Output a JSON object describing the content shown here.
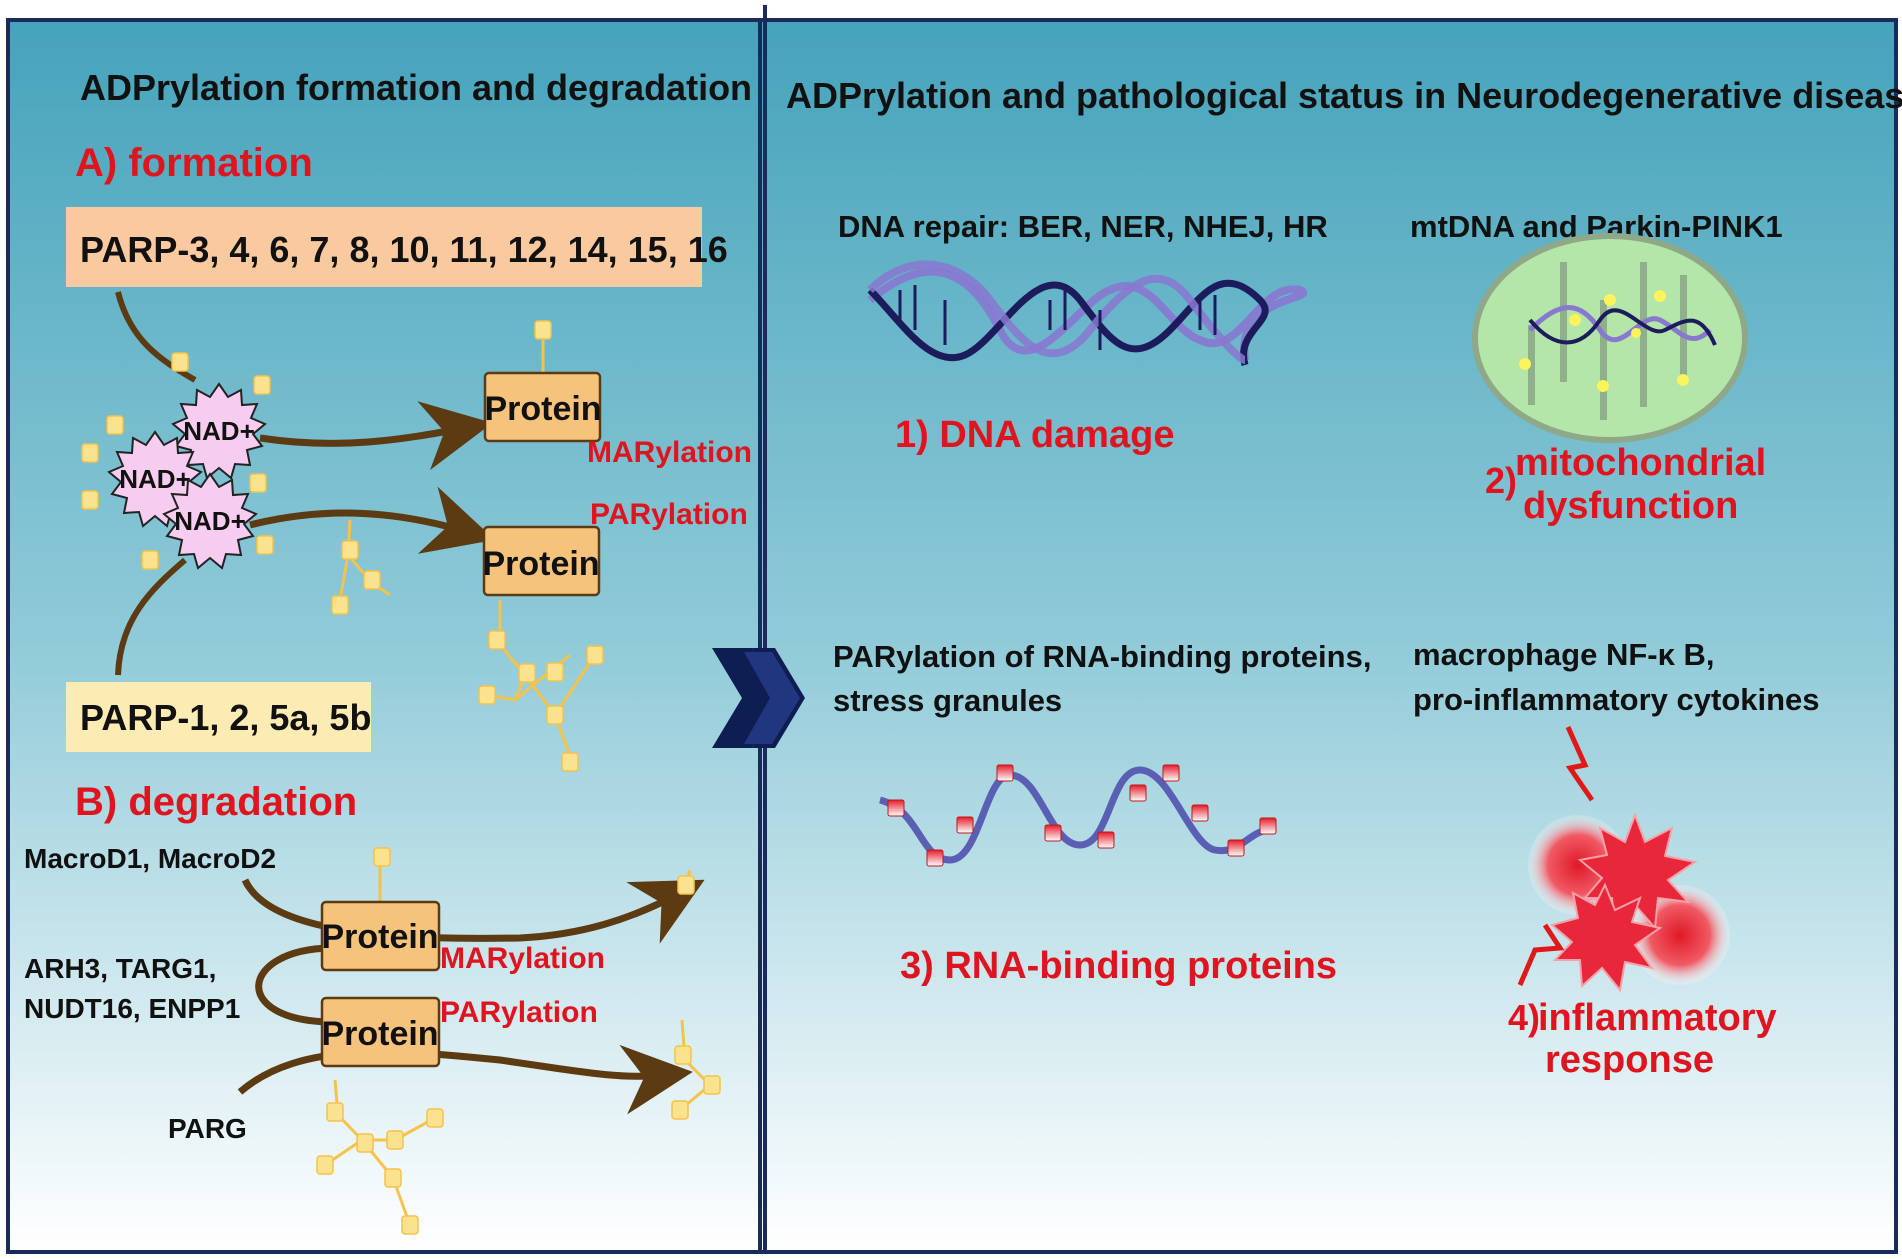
{
  "left_panel": {
    "title": "ADPrylation formation and degradation",
    "formation": {
      "heading": "A) formation",
      "parp_mar_group": "PARP-3, 4, 6, 7, 8, 10, 11, 12, 14, 15, 16",
      "parp_par_group": "PARP-1, 2, 5a, 5b",
      "nad_label": "NAD+",
      "protein_label": "Protein",
      "marylation_label": "MARylation",
      "parylation_label": "PARylation"
    },
    "degradation": {
      "heading": "B) degradation",
      "enzymes_mar": "MacroD1, MacroD2",
      "enzymes_mid_line1": "ARH3, TARG1,",
      "enzymes_mid_line2": "NUDT16, ENPP1",
      "enzyme_parg": "PARG",
      "protein_label": "Protein",
      "marylation_label": "MARylation",
      "parylation_label": "PARylation"
    }
  },
  "right_panel": {
    "title": "ADPrylation and pathological status in Neurodegenerative diseases",
    "items": [
      {
        "caption": "DNA repair: BER, NER, NHEJ, HR",
        "number": "1)",
        "label": "DNA damage"
      },
      {
        "caption": "mtDNA and Parkin-PINK1",
        "number": "2)",
        "label_line1": "mitochondrial",
        "label_line2": "dysfunction"
      },
      {
        "caption_line1": "PARylation of RNA-binding proteins,",
        "caption_line2": "stress granules",
        "number": "3)",
        "label": "RNA-binding proteins"
      },
      {
        "caption_line1": "macrophage NF-κ B,",
        "caption_line2": "pro-inflammatory cytokines",
        "number": "4)",
        "label_line1": "inflammatory",
        "label_line2": "response"
      }
    ]
  },
  "colors": {
    "panel_top": "#4aa6be",
    "panel_bottom": "#ffffff",
    "border": "#1a2a5a",
    "red_text": "#e0141e",
    "arrow_brown": "#5c3a12",
    "protein_box": "#f6c37c",
    "adp_ribose_unit": "#fbe28e",
    "nad_star": "#f6cdf0",
    "orange_label_bg": "#f9c9a0",
    "yellow_label_bg": "#fcecb3",
    "dna_dark": "#1c1c5c",
    "dna_light": "#8878d0",
    "mito_fill": "#b3e6a8",
    "inflammation_red": "#e8283a"
  }
}
